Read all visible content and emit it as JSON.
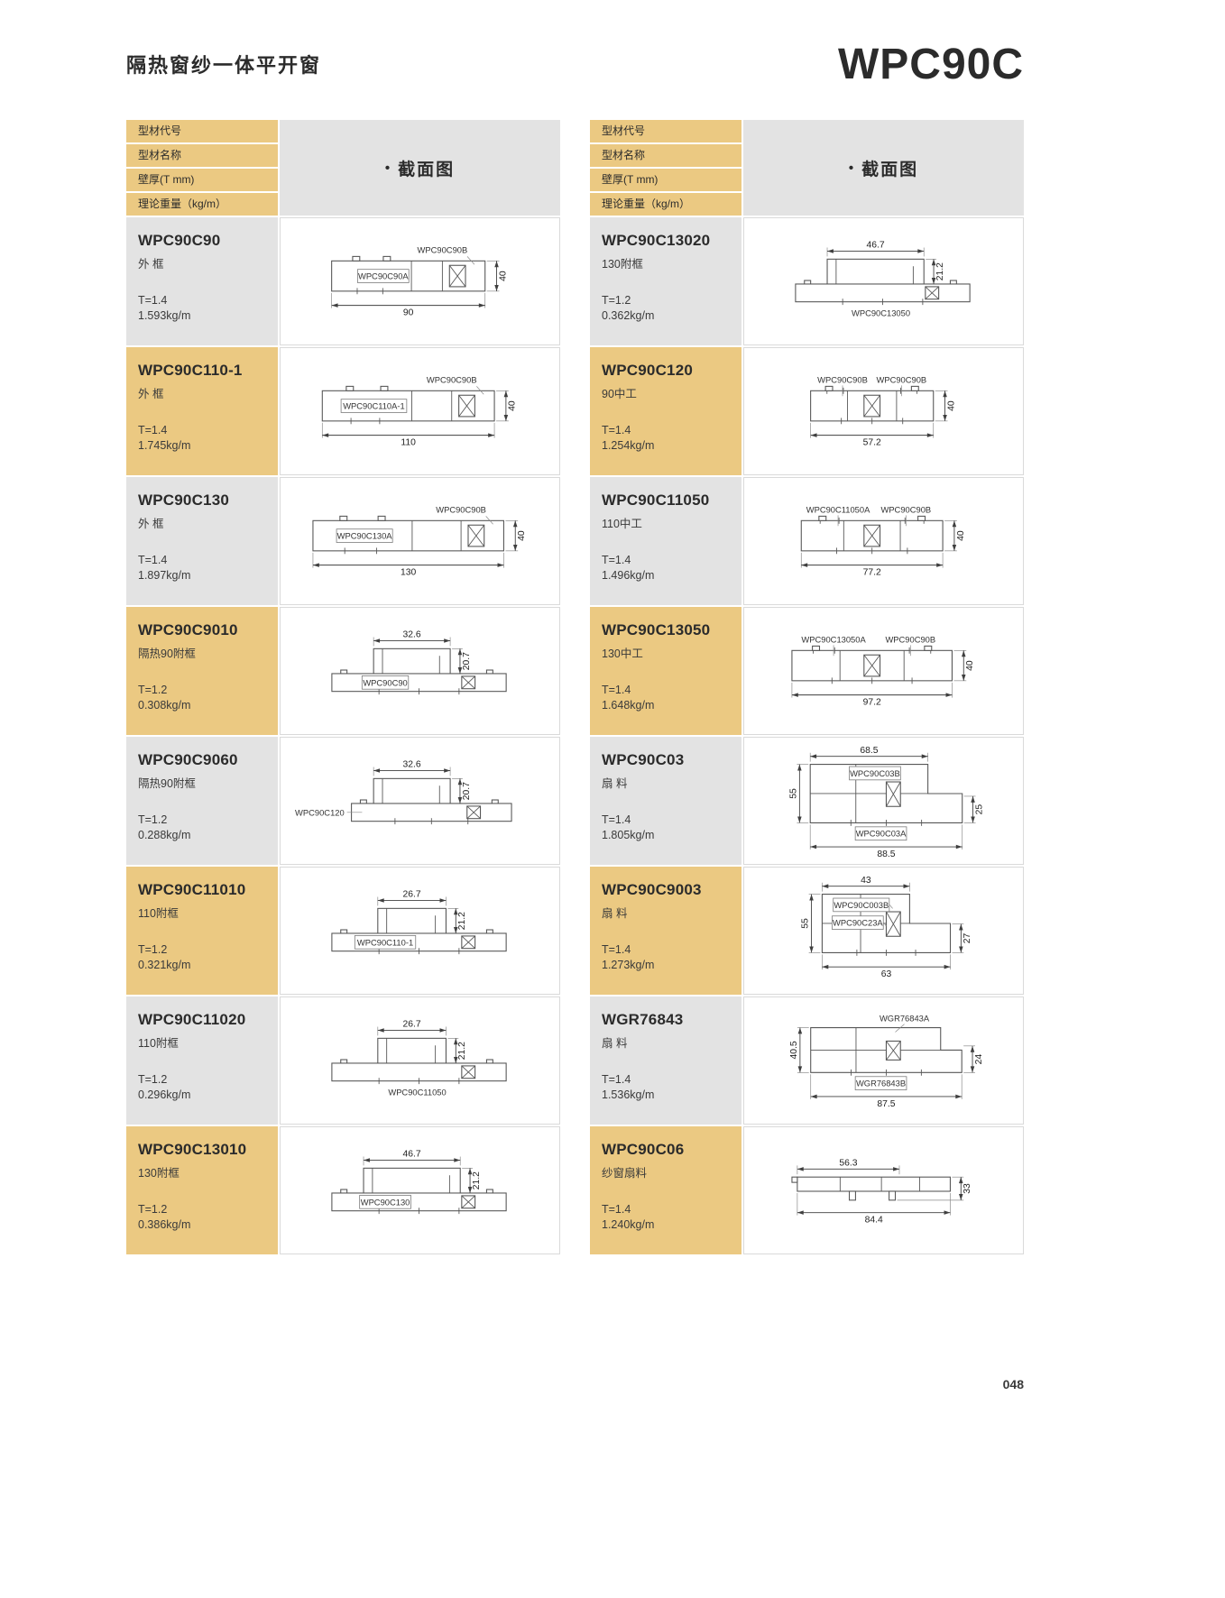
{
  "page": {
    "title": "隔热窗纱一体平开窗",
    "model": "WPC90C",
    "page_number": "048"
  },
  "header": {
    "bullet": "•",
    "section_title": "截面图",
    "label_rows": [
      "型材代号",
      "型材名称",
      "壁厚(T mm)",
      "理论重量（kg/m）"
    ]
  },
  "colors": {
    "tan": "#EBC982",
    "gray": "#E3E3E3",
    "diagram_line": "#575757",
    "text": "#2B2B2B"
  },
  "tables": [
    {
      "id": "left",
      "rows": [
        {
          "code": "WPC90C90",
          "name": "外 框",
          "thickness": "T=1.4",
          "weight": "1.593kg/m",
          "tone": "gray",
          "diagram": {
            "shape": "frame",
            "callouts": [
              {
                "text": "WPC90C90B",
                "pos": "top-right"
              },
              {
                "text": "WPC90C90A",
                "pos": "inside"
              }
            ],
            "dims": [
              {
                "text": "40",
                "edge": "right"
              },
              {
                "text": "90",
                "edge": "bottom"
              }
            ]
          }
        },
        {
          "code": "WPC90C110-1",
          "name": "外 框",
          "thickness": "T=1.4",
          "weight": "1.745kg/m",
          "tone": "tan",
          "diagram": {
            "shape": "frame",
            "callouts": [
              {
                "text": "WPC90C90B",
                "pos": "top-right"
              },
              {
                "text": "WPC90C110A-1",
                "pos": "inside"
              }
            ],
            "dims": [
              {
                "text": "40",
                "edge": "right"
              },
              {
                "text": "110",
                "edge": "bottom"
              }
            ]
          }
        },
        {
          "code": "WPC90C130",
          "name": "外 框",
          "thickness": "T=1.4",
          "weight": "1.897kg/m",
          "tone": "gray",
          "diagram": {
            "shape": "frame",
            "callouts": [
              {
                "text": "WPC90C90B",
                "pos": "top-right"
              },
              {
                "text": "WPC90C130A",
                "pos": "inside"
              }
            ],
            "dims": [
              {
                "text": "40",
                "edge": "right"
              },
              {
                "text": "130",
                "edge": "bottom"
              }
            ]
          }
        },
        {
          "code": "WPC90C9010",
          "name": "隔热90附框",
          "thickness": "T=1.2",
          "weight": "0.308kg/m",
          "tone": "tan",
          "diagram": {
            "shape": "subframe",
            "callouts": [
              {
                "text": "WPC90C90",
                "pos": "inside"
              }
            ],
            "dims": [
              {
                "text": "32.6",
                "edge": "top"
              },
              {
                "text": "20.7",
                "edge": "right"
              }
            ]
          }
        },
        {
          "code": "WPC90C9060",
          "name": "隔热90附框",
          "thickness": "T=1.2",
          "weight": "0.288kg/m",
          "tone": "gray",
          "diagram": {
            "shape": "subframe",
            "callouts": [
              {
                "text": "WPC90C120",
                "pos": "left"
              }
            ],
            "dims": [
              {
                "text": "32.6",
                "edge": "top"
              },
              {
                "text": "20.7",
                "edge": "right"
              }
            ]
          }
        },
        {
          "code": "WPC90C11010",
          "name": "110附框",
          "thickness": "T=1.2",
          "weight": "0.321kg/m",
          "tone": "tan",
          "diagram": {
            "shape": "subframe",
            "callouts": [
              {
                "text": "WPC90C110-1",
                "pos": "inside"
              }
            ],
            "dims": [
              {
                "text": "26.7",
                "edge": "top"
              },
              {
                "text": "21.2",
                "edge": "right"
              }
            ]
          }
        },
        {
          "code": "WPC90C11020",
          "name": "110附框",
          "thickness": "T=1.2",
          "weight": "0.296kg/m",
          "tone": "gray",
          "diagram": {
            "shape": "subframe",
            "callouts": [
              {
                "text": "WPC90C11050",
                "pos": "below"
              }
            ],
            "dims": [
              {
                "text": "26.7",
                "edge": "top"
              },
              {
                "text": "21.2",
                "edge": "right"
              }
            ]
          }
        },
        {
          "code": "WPC90C13010",
          "name": "130附框",
          "thickness": "T=1.2",
          "weight": "0.386kg/m",
          "tone": "tan",
          "diagram": {
            "shape": "subframe",
            "callouts": [
              {
                "text": "WPC90C130",
                "pos": "inside"
              }
            ],
            "dims": [
              {
                "text": "46.7",
                "edge": "top"
              },
              {
                "text": "21.2",
                "edge": "right"
              }
            ]
          }
        }
      ]
    },
    {
      "id": "right",
      "rows": [
        {
          "code": "WPC90C13020",
          "name": "130附框",
          "thickness": "T=1.2",
          "weight": "0.362kg/m",
          "tone": "gray",
          "diagram": {
            "shape": "subframe",
            "callouts": [
              {
                "text": "WPC90C13050",
                "pos": "below"
              }
            ],
            "dims": [
              {
                "text": "46.7",
                "edge": "top"
              },
              {
                "text": "21.2",
                "edge": "right"
              }
            ]
          }
        },
        {
          "code": "WPC90C120",
          "name": "90中工",
          "thickness": "T=1.4",
          "weight": "1.254kg/m",
          "tone": "tan",
          "diagram": {
            "shape": "mullion",
            "callouts": [
              {
                "text": "WPC90C90B",
                "pos": "top-a"
              },
              {
                "text": "WPC90C90B",
                "pos": "top-b"
              }
            ],
            "dims": [
              {
                "text": "40",
                "edge": "right"
              },
              {
                "text": "57.2",
                "edge": "bottom"
              }
            ]
          }
        },
        {
          "code": "WPC90C11050",
          "name": "110中工",
          "thickness": "T=1.4",
          "weight": "1.496kg/m",
          "tone": "gray",
          "diagram": {
            "shape": "mullion",
            "callouts": [
              {
                "text": "WPC90C11050A",
                "pos": "top-a"
              },
              {
                "text": "WPC90C90B",
                "pos": "top-b"
              }
            ],
            "dims": [
              {
                "text": "40",
                "edge": "right"
              },
              {
                "text": "77.2",
                "edge": "bottom"
              }
            ]
          }
        },
        {
          "code": "WPC90C13050",
          "name": "130中工",
          "thickness": "T=1.4",
          "weight": "1.648kg/m",
          "tone": "tan",
          "diagram": {
            "shape": "mullion",
            "callouts": [
              {
                "text": "WPC90C13050A",
                "pos": "top-a"
              },
              {
                "text": "WPC90C90B",
                "pos": "top-b"
              }
            ],
            "dims": [
              {
                "text": "40",
                "edge": "right"
              },
              {
                "text": "97.2",
                "edge": "bottom"
              }
            ]
          }
        },
        {
          "code": "WPC90C03",
          "name": "扇 料",
          "thickness": "T=1.4",
          "weight": "1.805kg/m",
          "tone": "gray",
          "diagram": {
            "shape": "sash",
            "callouts": [
              {
                "text": "WPC90C03B",
                "pos": "top-box"
              },
              {
                "text": "WPC90C03A",
                "pos": "bottom-box"
              }
            ],
            "dims": [
              {
                "text": "68.5",
                "edge": "top"
              },
              {
                "text": "55",
                "edge": "left"
              },
              {
                "text": "25",
                "edge": "right"
              },
              {
                "text": "88.5",
                "edge": "bottom"
              }
            ]
          }
        },
        {
          "code": "WPC90C9003",
          "name": "扇 料",
          "thickness": "T=1.4",
          "weight": "1.273kg/m",
          "tone": "tan",
          "diagram": {
            "shape": "sash",
            "callouts": [
              {
                "text": "WPC90C003B",
                "pos": "inner-top-box"
              },
              {
                "text": "WPC90C23A",
                "pos": "inner-mid-box"
              }
            ],
            "dims": [
              {
                "text": "43",
                "edge": "top"
              },
              {
                "text": "55",
                "edge": "left"
              },
              {
                "text": "27",
                "edge": "right"
              },
              {
                "text": "63",
                "edge": "bottom"
              }
            ]
          }
        },
        {
          "code": "WGR76843",
          "name": "扇 料",
          "thickness": "T=1.4",
          "weight": "1.536kg/m",
          "tone": "gray",
          "diagram": {
            "shape": "sash",
            "callouts": [
              {
                "text": "WGR76843A",
                "pos": "top-text"
              },
              {
                "text": "WGR76843B",
                "pos": "bottom-box"
              }
            ],
            "dims": [
              {
                "text": "40.5",
                "edge": "left"
              },
              {
                "text": "24",
                "edge": "right"
              },
              {
                "text": "87.5",
                "edge": "bottom"
              }
            ]
          }
        },
        {
          "code": "WPC90C06",
          "name": "纱窗扇料",
          "thickness": "T=1.4",
          "weight": "1.240kg/m",
          "tone": "tan",
          "diagram": {
            "shape": "screen",
            "callouts": [],
            "dims": [
              {
                "text": "56.3",
                "edge": "top"
              },
              {
                "text": "33",
                "edge": "right"
              },
              {
                "text": "84.4",
                "edge": "bottom"
              }
            ]
          }
        }
      ]
    }
  ]
}
